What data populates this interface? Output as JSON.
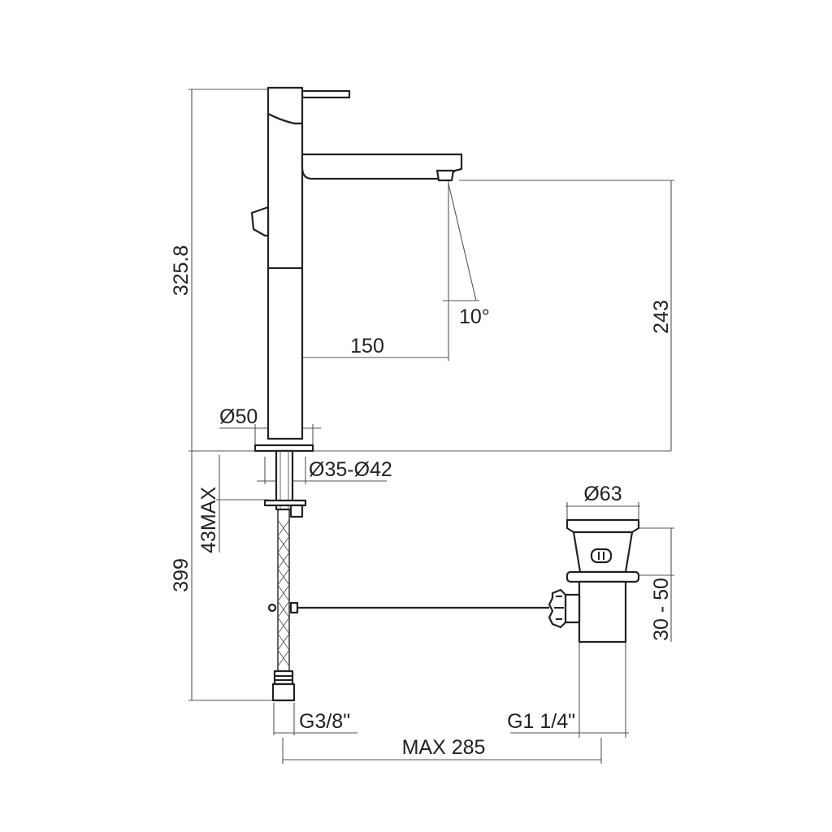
{
  "dimensions": {
    "total_height": "325.8",
    "spout_height": "243",
    "spout_reach": "150",
    "spout_angle": "10°",
    "base_diameter": "Ø50",
    "hole_diameter": "Ø35-Ø42",
    "deck_thickness": "43MAX",
    "hose_length": "399",
    "waste_diameter": "Ø63",
    "waste_range": "30 - 50",
    "hose_thread": "G3/8\"",
    "waste_thread": "G1 1/4\"",
    "max_distance": "MAX 285"
  }
}
